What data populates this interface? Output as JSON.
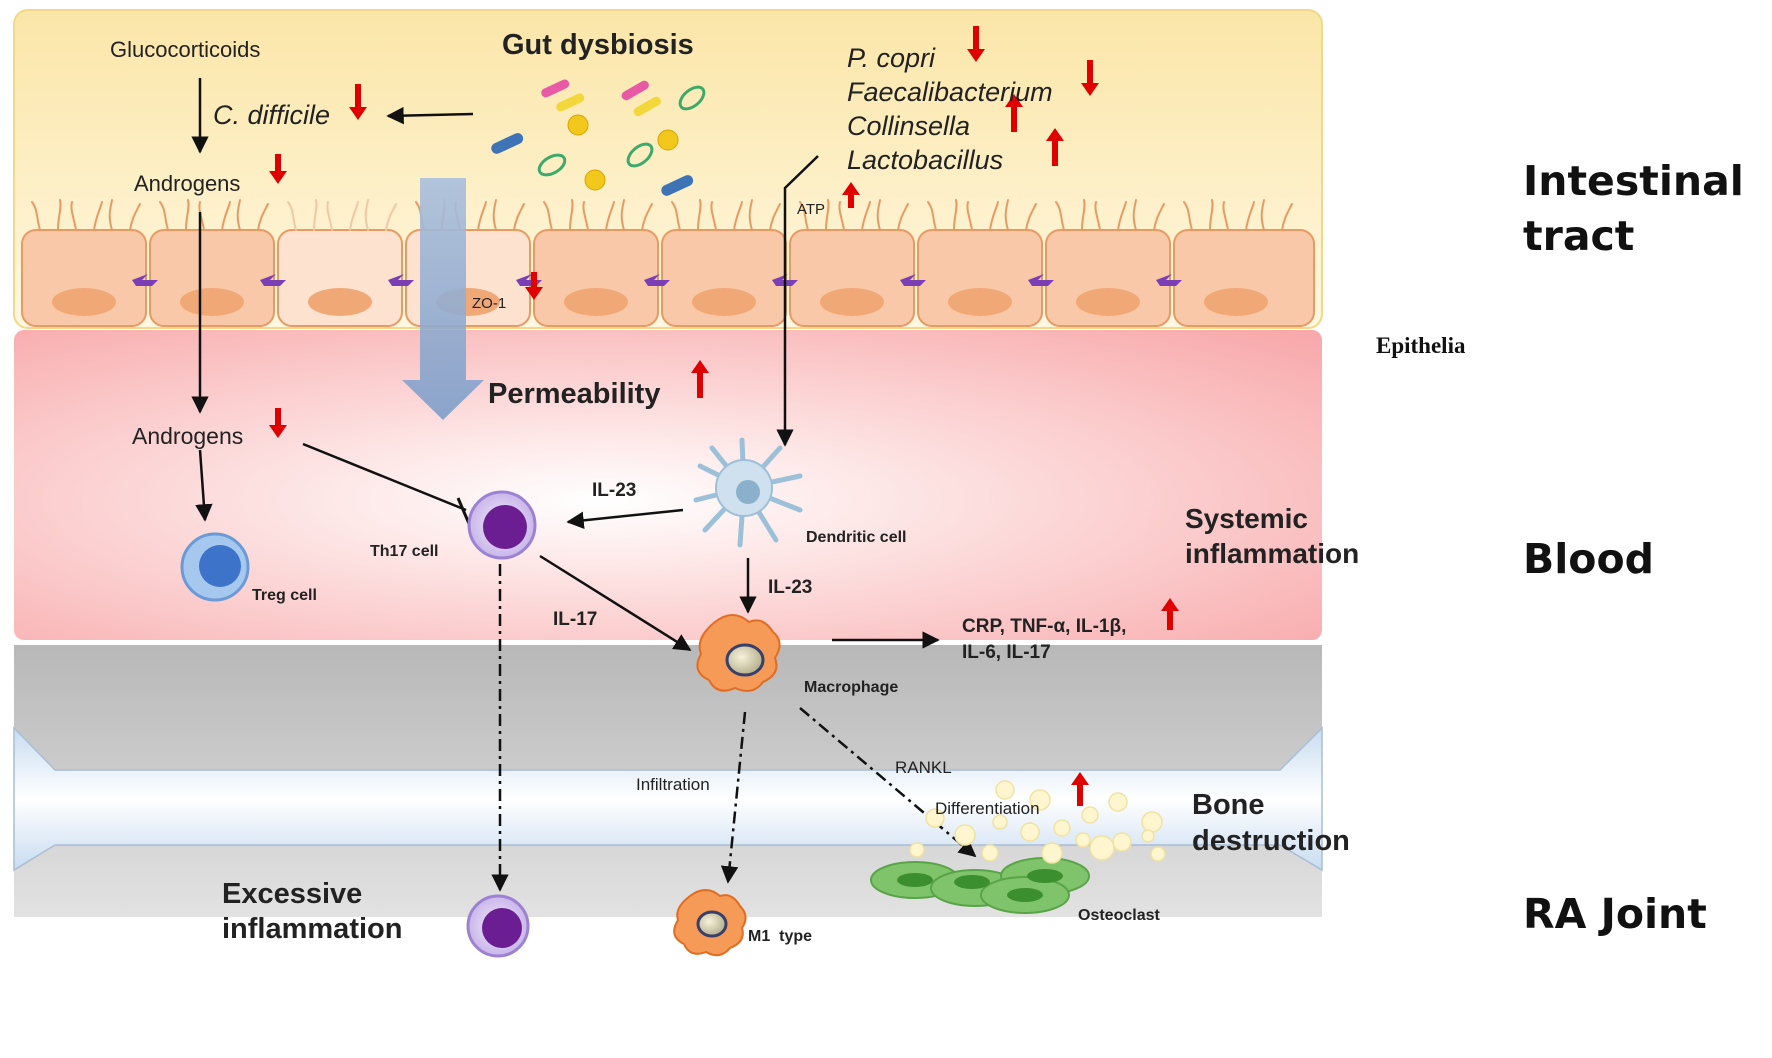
{
  "gut": {
    "glucocorticoids": "Glucocorticoids",
    "gut_dysbiosis": "Gut dysbiosis",
    "c_difficile": "C. difficile",
    "androgens": "Androgens",
    "zo1": "ZO-1",
    "atp": "ATP",
    "epithelia": "Epithelia",
    "permeability": "Permeability",
    "bacteria": [
      {
        "name": "P. copri",
        "direction": "down"
      },
      {
        "name": "Faecalibacterium",
        "direction": "down"
      },
      {
        "name": "Collinsella",
        "direction": "up"
      },
      {
        "name": "Lactobacillus",
        "direction": "up"
      }
    ]
  },
  "blood": {
    "androgens": "Androgens",
    "treg": "Treg cell",
    "th17": "Th17 cell",
    "il23_a": "IL-23",
    "il23_b": "IL-23",
    "il17": "IL-17",
    "dendritic": "Dendritic cell",
    "macrophage": "Macrophage",
    "systemic_1": "Systemic",
    "systemic_2": "inflammation",
    "cytokines_1": "CRP, TNF-α, IL-1β,",
    "cytokines_2": "IL-6, IL-17"
  },
  "joint": {
    "infiltration": "Infiltration",
    "rankl": "RANKL",
    "differentiation": "Differentiation",
    "bone_1": "Bone",
    "bone_2": "destruction",
    "excessive_1": "Excessive",
    "excessive_2": "inflammation",
    "m1": "M1  type",
    "osteoclast": "Osteoclast"
  },
  "regions": {
    "intestinal_1": "Intestinal",
    "intestinal_2": "tract",
    "blood": "Blood",
    "joint": "RA Joint"
  },
  "colors": {
    "gut_bg": "#fdefc4",
    "blood_bg": "#f9b3b3",
    "joint_gray": "#c8c8c8",
    "joint_blue": "#dce9f6",
    "arrow_red": "#e00000",
    "epithelium": "#f4b790"
  }
}
